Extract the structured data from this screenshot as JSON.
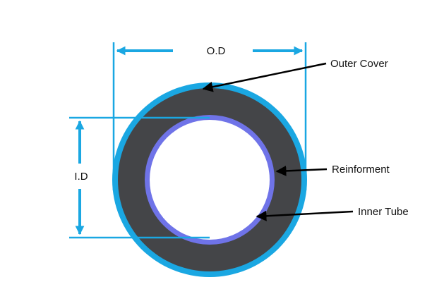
{
  "colors": {
    "background": "#ffffff",
    "outer_cover": "#1aa7e2",
    "body": "#444548",
    "reinforcement": "#6f73e8",
    "bore": "#ffffff",
    "dimension_lines": "#1aa7e2",
    "callout_arrows": "#000000"
  },
  "labels": {
    "outer_diameter": "O.D",
    "inner_diameter": "I.D",
    "outer_cover": "Outer Cover",
    "reinforcement": "Reinforment",
    "inner_tube": "Inner Tube"
  }
}
